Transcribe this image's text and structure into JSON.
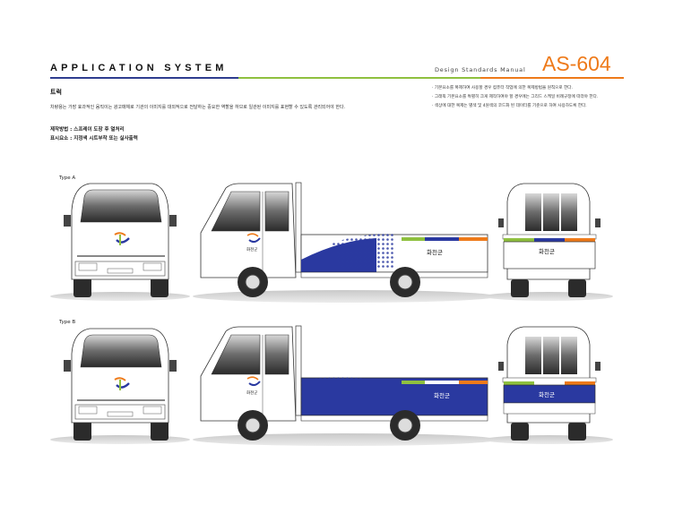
{
  "header": {
    "title": "APPLICATION SYSTEM",
    "manual_label": "Design Standards Manual",
    "code": "AS-604",
    "rule_colors": [
      "#2e3d8f",
      "#8fc03f",
      "#ee7a1a"
    ]
  },
  "section": {
    "name": "트럭",
    "intro": "차량용는 가장 효과적인 움직이는 광고매체로 기관의 이미지를 대외적으로 전달하는 중요한 역할을 하므로 일관된 이미지를 표현할 수 있도록 관리되어야 한다.",
    "method": "제작방법 : 스프레이 도장 후 열처리",
    "display": "표시요소 : 지정색 시트부착 또는 실사출력"
  },
  "notes": [
    "기본요소를 복제하여 사용할 경우 컴퓨터 작업에 의한 복제방법을 원칙으로 한다.",
    "그래픽 기본요소를 특별히 크게 제작하여야 할 경우에는 그리드 스케일 비례규정에 따라야 한다.",
    "색상에 대한 복제는 별색 및 4원색의 코드화 된 데이터를 기준으로 하여 사용하도록 한다."
  ],
  "types": [
    {
      "label": "Type A",
      "logo_text": "화천군",
      "rear_text": "화천군"
    },
    {
      "label": "Type B",
      "logo_text": "화천군",
      "rear_text": "화천군"
    }
  ],
  "colors": {
    "navy": "#2a39a0",
    "green": "#8fc03f",
    "orange": "#ee7a1a",
    "accent": "#ee7a1a"
  }
}
